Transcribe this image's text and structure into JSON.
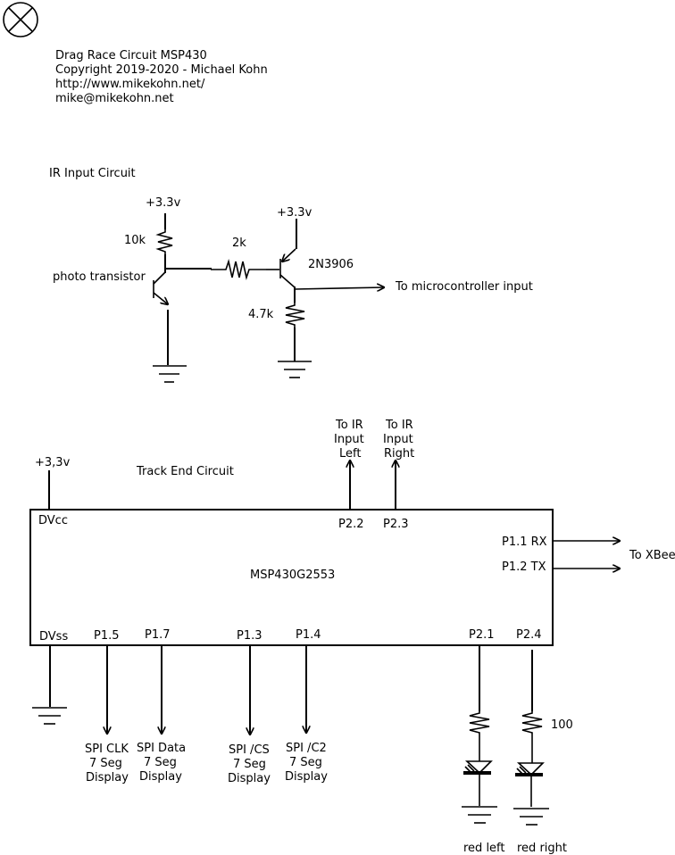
{
  "header": {
    "line1": "Drag Race Circuit MSP430",
    "line2": "Copyright 2019-2020 - Michael Kohn",
    "line3": "http://www.mikekohn.net/",
    "line4": "mike@mikekohn.net"
  },
  "ir": {
    "title": "IR Input Circuit",
    "vcc_left": "+3.3v",
    "vcc_right": "+3.3v",
    "r_pullup": "10k",
    "r_series": "2k",
    "r_pulldown": "4.7k",
    "phototransistor": "photo transistor",
    "transistor": "2N3906",
    "output": "To microcontroller input"
  },
  "track": {
    "title": "Track End Circuit",
    "vcc": "+3,3v",
    "chip": "MSP430G2553",
    "pins": {
      "dvcc": "DVcc",
      "dvss": "DVss",
      "p22": "P2.2",
      "p23": "P2.3",
      "p11": "P1.1 RX",
      "p12": "P1.2 TX",
      "p15": "P1.5",
      "p17": "P1.7",
      "p13": "P1.3",
      "p14": "P1.4",
      "p21": "P2.1",
      "p24": "P2.4"
    },
    "ir_left": [
      "To IR",
      "Input",
      "Left"
    ],
    "ir_right": [
      "To IR",
      "Input",
      "Right"
    ],
    "xbee": "To XBee",
    "spi_clk": [
      "SPI CLK",
      "7 Seg",
      "Display"
    ],
    "spi_data": [
      "SPI Data",
      "7 Seg",
      "Display"
    ],
    "spi_cs": [
      "SPI /CS",
      "7 Seg",
      "Display"
    ],
    "spi_c2": [
      "SPI /C2",
      "7 Seg",
      "Display"
    ],
    "led_resistor": "100",
    "led_left": "red left",
    "led_right": "red right"
  }
}
